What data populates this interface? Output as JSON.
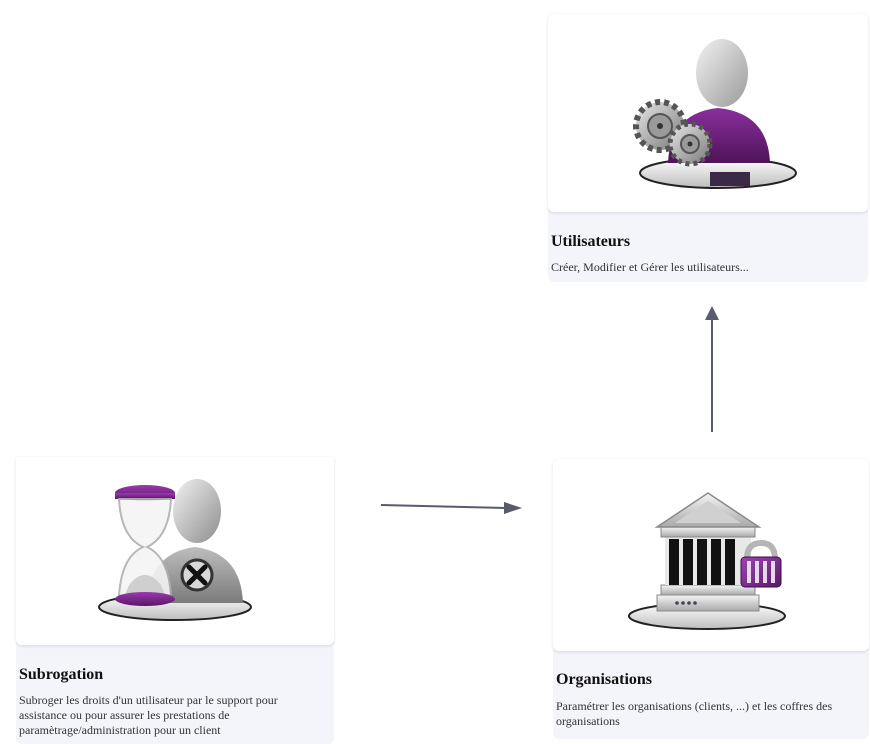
{
  "cards": {
    "utilisateurs": {
      "title": "Utilisateurs",
      "description": "Créer, Modifier et Gérer les utilisateurs...",
      "icon": "user-gears-icon"
    },
    "subrogation": {
      "title": "Subrogation",
      "description": "Subroger les droits d'un utilisateur par le support pour assistance ou pour assurer les prestations de paramètrage/administration pour un client",
      "icon": "user-hourglass-icon"
    },
    "organisations": {
      "title": "Organisations",
      "description": "Paramétrer les organisations (clients, ...) et les coffres des organisations",
      "icon": "bank-building-icon"
    }
  },
  "colors": {
    "accent_purple": "#6a1b7a",
    "arrow": "#5a5a70",
    "card_background": "#f4f4fb"
  }
}
